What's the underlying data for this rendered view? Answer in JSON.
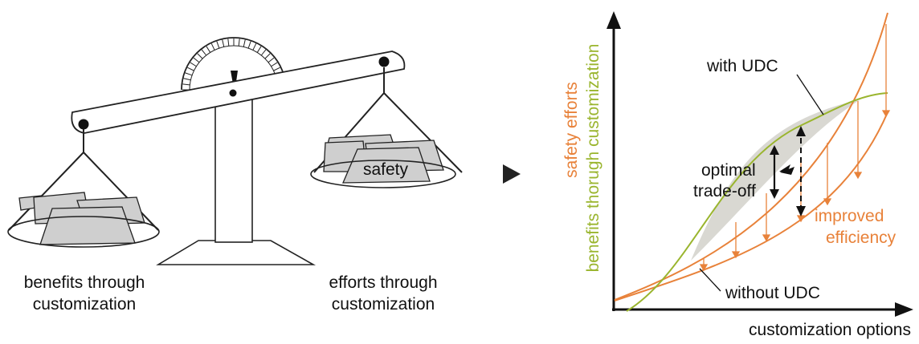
{
  "scale": {
    "left_label_line1": "benefits through",
    "left_label_line2": "customization",
    "right_label_line1": "efforts through",
    "right_label_line2": "customization",
    "weight_label": "safety"
  },
  "graph": {
    "y_axis_label_top": "safety efforts",
    "y_axis_label_bottom": "benefits thorugh customization",
    "x_axis_label": "customization options",
    "with_udc_label": "with UDC",
    "without_udc_label": "without UDC",
    "optimal_line1": "optimal",
    "optimal_line2": "trade-off",
    "improved_line1": "improved",
    "improved_line2": "efficiency"
  },
  "colors": {
    "orange": "#E8823A",
    "green": "#9AB52E",
    "fill_gray": "#D9D8D2",
    "weight_fill": "#CFCFCF",
    "ink": "#111111"
  }
}
